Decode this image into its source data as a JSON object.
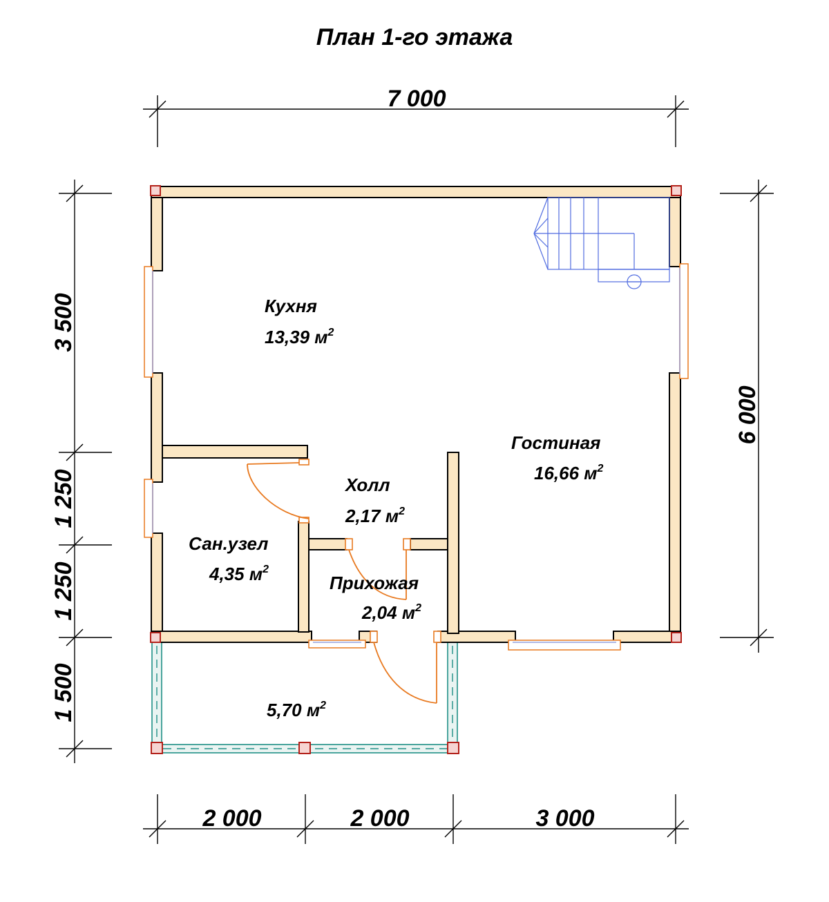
{
  "title": "План 1-го этажа",
  "dimensions": {
    "top_total": "7 000",
    "right_total": "6 000",
    "left_1": "3 500",
    "left_2": "1 250",
    "left_3": "1 250",
    "left_4": "1 500",
    "bottom_1": "2 000",
    "bottom_2": "2 000",
    "bottom_3": "3 000"
  },
  "rooms": {
    "kitchen": {
      "name": "Кухня",
      "area": "13,39 м",
      "unit_sup": "2"
    },
    "living": {
      "name": "Гостиная",
      "area": "16,66 м",
      "unit_sup": "2"
    },
    "hall": {
      "name": "Холл",
      "area": "2,17 м",
      "unit_sup": "2"
    },
    "bathroom": {
      "name": "Сан.узел",
      "area": "4,35 м",
      "unit_sup": "2"
    },
    "entrance": {
      "name": "Прихожая",
      "area": "2,04 м",
      "unit_sup": "2"
    },
    "porch": {
      "name": "",
      "area": "5,70 м",
      "unit_sup": "2"
    }
  },
  "colors": {
    "wall_fill": "#fbe7c4",
    "door_window": "#e8791f",
    "stair": "#4f6be0",
    "porch_rail": "#1f8f86",
    "corner_post": "#b3211a"
  }
}
